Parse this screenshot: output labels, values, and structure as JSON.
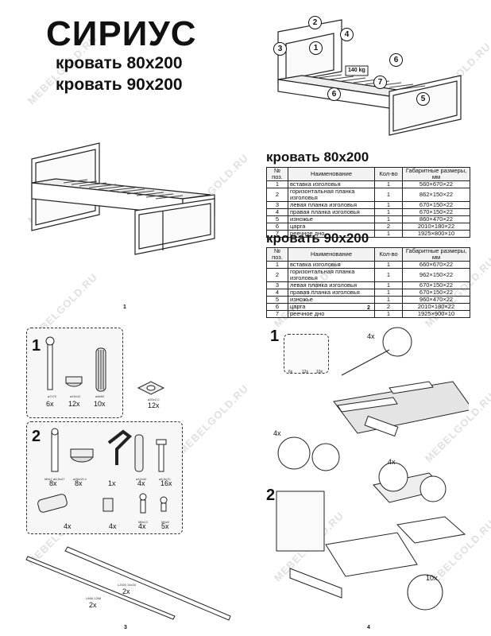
{
  "header": {
    "title": "СИРИУС",
    "subtitle1": "кровать 80х200",
    "subtitle2": "кровать 90х200"
  },
  "watermark": "MEBELGOLD.RU",
  "load_label": "140 kg",
  "callouts": [
    "1",
    "2",
    "3",
    "4",
    "5",
    "6",
    "7"
  ],
  "table80": {
    "title": "кровать 80х200",
    "headers": [
      "№ поз.",
      "Наименование",
      "Кол-во",
      "Габаритные размеры, мм"
    ],
    "rows": [
      [
        "1",
        "вставка изголовья",
        "1",
        "560×670×22"
      ],
      [
        "2",
        "горизонтальная планка изголовья",
        "1",
        "862×150×22"
      ],
      [
        "3",
        "левая планка изголовья",
        "1",
        "670×150×22"
      ],
      [
        "4",
        "правая планка изголовья",
        "1",
        "670×150×22"
      ],
      [
        "5",
        "изножье",
        "1",
        "860×470×22"
      ],
      [
        "6",
        "царга",
        "2",
        "2010×180×22"
      ],
      [
        "7",
        "реечное дно",
        "1",
        "1925×800×10"
      ]
    ]
  },
  "table90": {
    "title": "кровать 90х200",
    "headers": [
      "№ поз.",
      "Наименование",
      "Кол-во",
      "Габаритные размеры, мм"
    ],
    "rows": [
      [
        "1",
        "вставка изголовья",
        "1",
        "660×670×22"
      ],
      [
        "2",
        "горизонтальная планка изголовья",
        "1",
        "962×150×22"
      ],
      [
        "3",
        "левая планка изголовья",
        "1",
        "670×150×22"
      ],
      [
        "4",
        "правая планка изголовья",
        "1",
        "670×150×22"
      ],
      [
        "5",
        "изножье",
        "1",
        "960×470×22"
      ],
      [
        "6",
        "царга",
        "2",
        "2010×180×22"
      ],
      [
        "7",
        "реечное дно",
        "1",
        "1925×900×10"
      ]
    ]
  },
  "page_numbers": [
    "1",
    "2",
    "3",
    "4"
  ],
  "panel1": {
    "num": "1",
    "items": [
      {
        "label": "ø7х70",
        "qty": "6x"
      },
      {
        "label": "ø15х12",
        "qty": "12x"
      },
      {
        "label": "ø8х60",
        "qty": "10x"
      }
    ],
    "extra": {
      "label": "ø20х2,0",
      "qty": "12x"
    }
  },
  "panel2": {
    "num": "2",
    "row1": [
      {
        "label": "М6х7 ø6,5х47",
        "qty": "8x"
      },
      {
        "label": "ø26х19,4",
        "qty": "8x"
      },
      {
        "label": "",
        "qty": "1x"
      },
      {
        "label": "ø10х40",
        "qty": "4x"
      },
      {
        "label": "ø6,5х70",
        "qty": "16x"
      }
    ],
    "row2": [
      {
        "label": "",
        "qty": "4x"
      },
      {
        "label": "",
        "qty": "4x"
      },
      {
        "label": "М6х12",
        "qty": "4x"
      },
      {
        "label": "М4х8",
        "qty": "5x"
      }
    ]
  },
  "rails": [
    {
      "label": "L2000 34х34",
      "qty": "2x"
    },
    {
      "label": "L868-1268",
      "qty": "2x"
    }
  ],
  "step4": {
    "step1_num": "1",
    "step1_qty": [
      "6x",
      "12x",
      "10x"
    ],
    "step2_num": "2",
    "step_counts": [
      "4x",
      "4x",
      "4x",
      "10x"
    ]
  }
}
